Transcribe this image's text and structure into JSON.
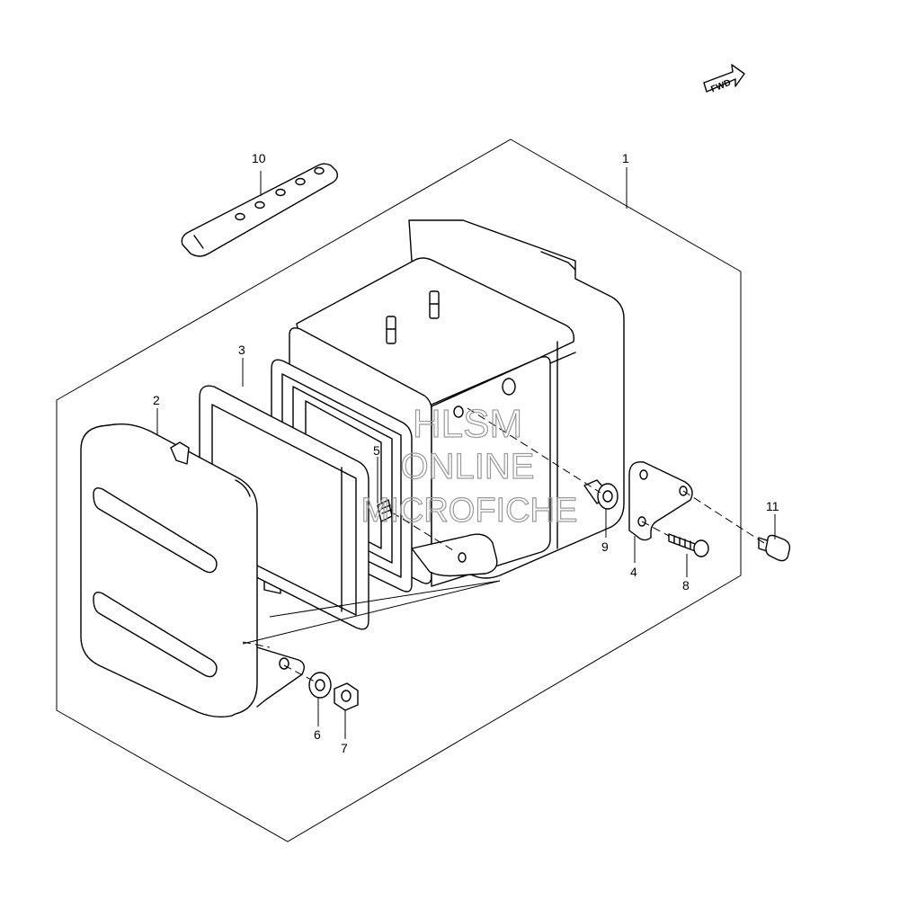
{
  "diagram": {
    "parts": [
      {
        "id": "part-1",
        "number": "1"
      },
      {
        "id": "part-2",
        "number": "2"
      },
      {
        "id": "part-3",
        "number": "3"
      },
      {
        "id": "part-4",
        "number": "4"
      },
      {
        "id": "part-5",
        "number": "5"
      },
      {
        "id": "part-6",
        "number": "6"
      },
      {
        "id": "part-7",
        "number": "7"
      },
      {
        "id": "part-8",
        "number": "8"
      },
      {
        "id": "part-9",
        "number": "9"
      },
      {
        "id": "part-10",
        "number": "10"
      },
      {
        "id": "part-11",
        "number": "11"
      }
    ],
    "direction_badge": "FWD",
    "watermark": {
      "line1": "HLSM",
      "line2": "ONLINE",
      "line3": "MICROFICHE"
    }
  }
}
